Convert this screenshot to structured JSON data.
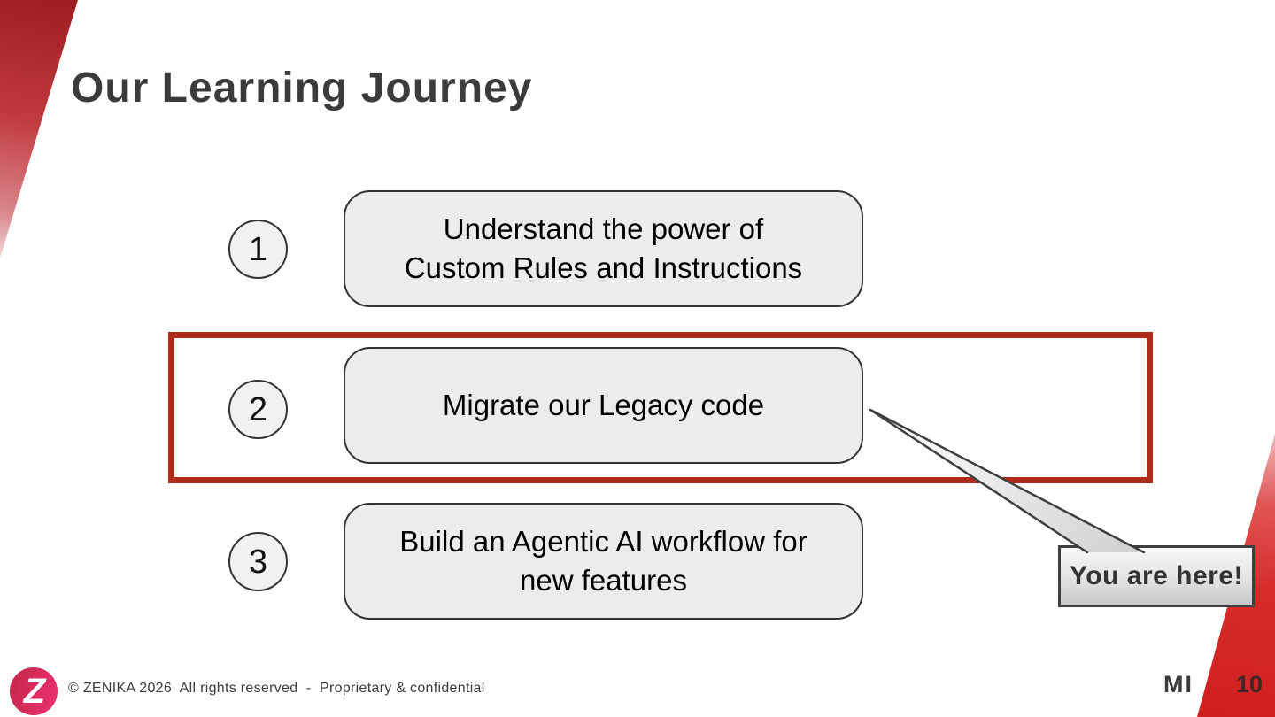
{
  "slide": {
    "title": "Our Learning Journey",
    "steps": [
      {
        "number": "1",
        "label": "Understand the power of\nCustom Rules and Instructions",
        "highlighted": false
      },
      {
        "number": "2",
        "label": "Migrate our Legacy code",
        "highlighted": true
      },
      {
        "number": "3",
        "label": "Build an Agentic AI workflow for\nnew features",
        "highlighted": false
      }
    ],
    "callout": {
      "label": "You are here!"
    },
    "footer": {
      "copyright": "© ZENIKA 2026  All rights reserved  -  Proprietary & confidential",
      "author_initials": "MI",
      "page_number": "10"
    },
    "colors": {
      "highlight_border": "#ae2c1a",
      "corner_red_dark": "#9f1d22",
      "corner_red_bright": "#cf2020",
      "box_fill": "#ececec",
      "box_border": "#333333",
      "logo_red": "#c2274a",
      "logo_pink": "#e63069"
    }
  }
}
